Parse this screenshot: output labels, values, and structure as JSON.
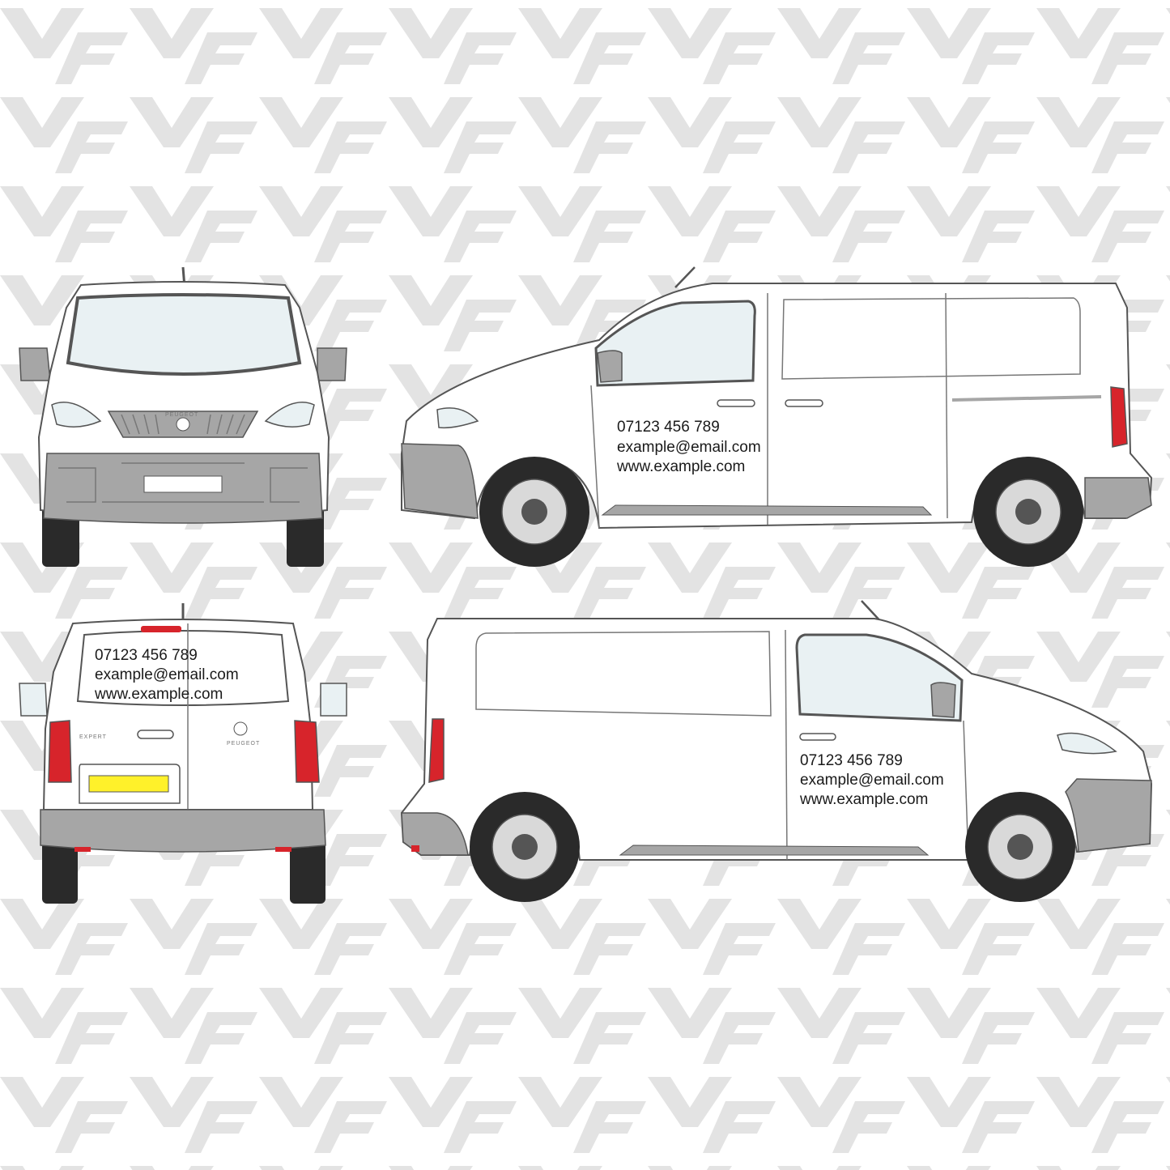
{
  "background": {
    "pattern_color": "#e3e3e3",
    "base_color": "#ffffff"
  },
  "colors": {
    "body": "#ffffff",
    "outline": "#555555",
    "trim": "#a6a6a6",
    "glass": "#e9f1f3",
    "tyre": "#2a2a2a",
    "tail_light": "#d7242b",
    "plate_rear": "#fff12a"
  },
  "views": {
    "front": {
      "brand_badge": "PEUGEOT"
    },
    "side_right": {
      "decal": {
        "phone": "07123 456 789",
        "email": "example@email.com",
        "web": "www.example.com"
      }
    },
    "rear": {
      "decal": {
        "phone": "07123 456 789",
        "email": "example@email.com",
        "web": "www.example.com"
      },
      "model_badge": "EXPERT",
      "brand_badge": "PEUGEOT"
    },
    "side_left": {
      "decal": {
        "phone": "07123 456 789",
        "email": "example@email.com",
        "web": "www.example.com"
      }
    }
  }
}
